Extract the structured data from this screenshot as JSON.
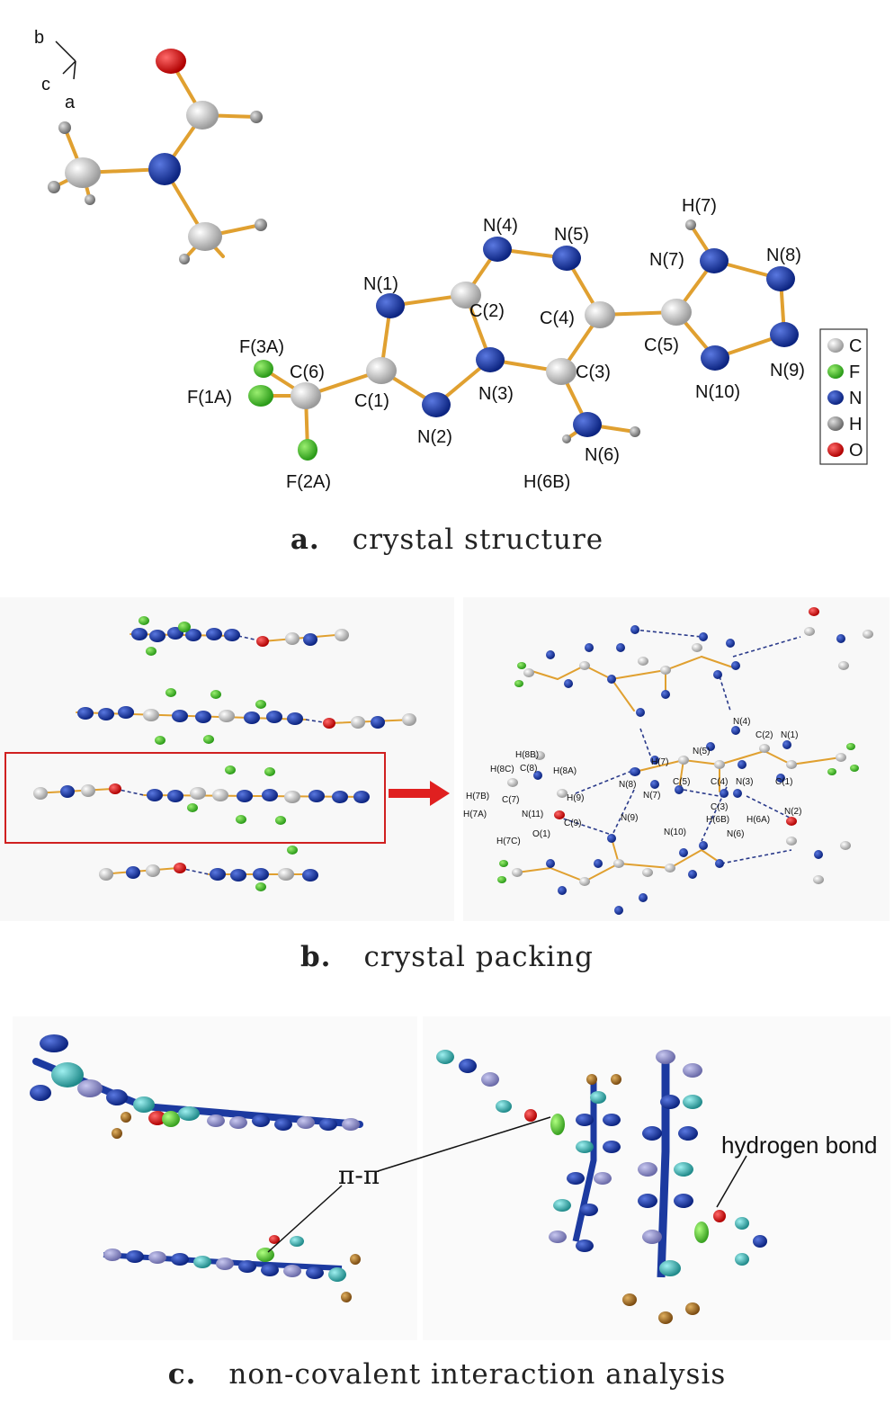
{
  "panel_a": {
    "caption_letter": "a.",
    "caption_text": "crystal structure",
    "axes": [
      "b",
      "c",
      "a"
    ],
    "atom_labels": [
      "N(1)",
      "N(2)",
      "N(3)",
      "N(4)",
      "N(5)",
      "N(6)",
      "N(7)",
      "N(8)",
      "N(9)",
      "N(10)",
      "C(1)",
      "C(2)",
      "C(3)",
      "C(4)",
      "C(5)",
      "C(6)",
      "F(1A)",
      "F(2A)",
      "F(3A)",
      "H(7)",
      "H(6B)"
    ],
    "legend": [
      {
        "label": "C",
        "color": "#d8d8d8"
      },
      {
        "label": "F",
        "color": "#3fbf2a"
      },
      {
        "label": "N",
        "color": "#1c3aa0"
      },
      {
        "label": "H",
        "color": "#8a8a8a"
      },
      {
        "label": "O",
        "color": "#e01010"
      }
    ]
  },
  "panel_b": {
    "caption_letter": "b.",
    "caption_text": "crystal packing",
    "labels": [
      "H(8B)",
      "H(8C)",
      "C(8)",
      "H(8A)",
      "H(7B)",
      "C(7)",
      "N(11)",
      "H(9)",
      "H(7A)",
      "C(9)",
      "H(7C)",
      "O(1)",
      "N(8)",
      "H(7)",
      "N(7)",
      "C(5)",
      "N(9)",
      "N(10)",
      "N(5)",
      "N(4)",
      "C(2)",
      "N(1)",
      "C(4)",
      "N(3)",
      "C(1)",
      "C(3)",
      "H(6B)",
      "H(6A)",
      "N(2)",
      "N(6)"
    ]
  },
  "panel_c": {
    "caption_letter": "c.",
    "caption_text": "non-covalent interaction analysis",
    "annotation_pi": "π-π",
    "annotation_hbond": "hydrogen bond"
  }
}
